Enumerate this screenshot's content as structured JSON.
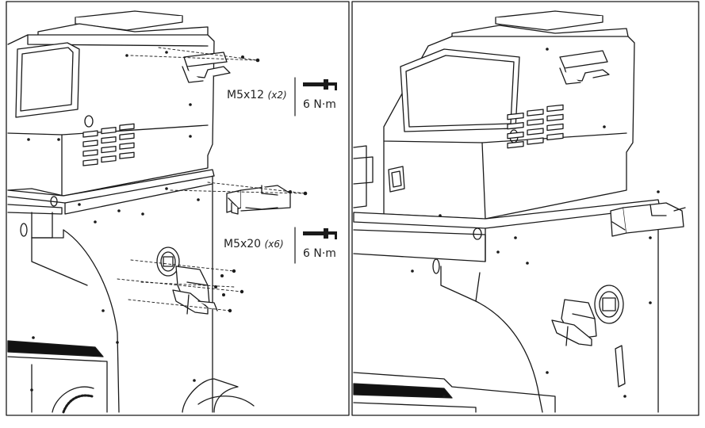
{
  "annotations": [
    {
      "screw": "M5x12",
      "qty": "(x2)",
      "torque": "6 N·m"
    },
    {
      "screw": "M5x20",
      "qty": "(x6)",
      "torque": "6 N·m"
    }
  ],
  "colors": {
    "line": "#1a1a1a",
    "fill": "#ffffff",
    "shade": "#d9d9d9",
    "dark": "#111111"
  }
}
